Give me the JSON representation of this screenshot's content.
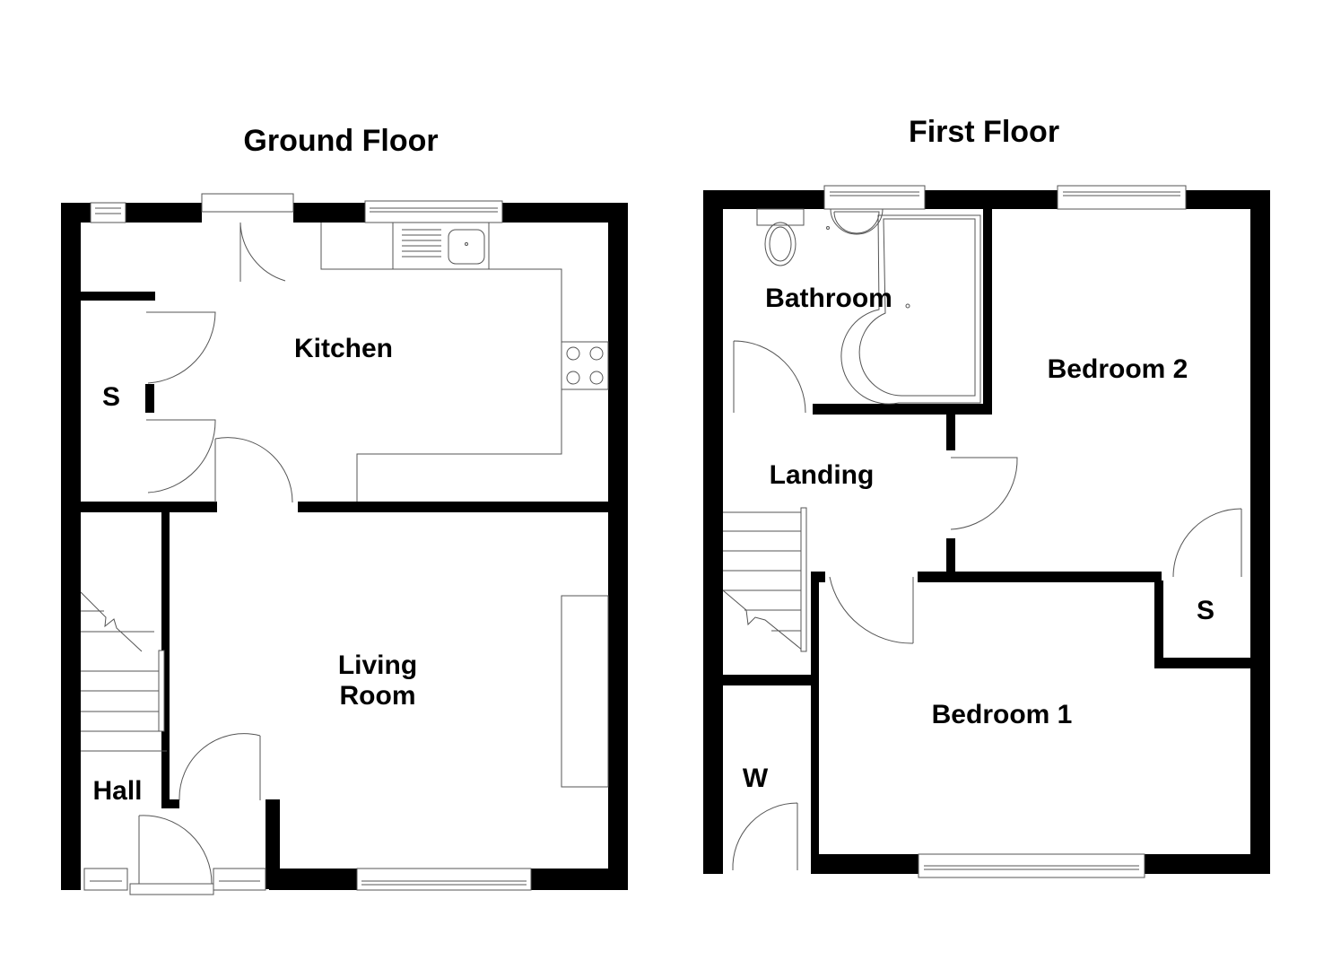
{
  "colors": {
    "wall": "#000000",
    "fixture_line": "#555555",
    "background": "#ffffff"
  },
  "floors": [
    {
      "title": "Ground Floor",
      "rooms": [
        {
          "label": "Kitchen"
        },
        {
          "label": "S"
        },
        {
          "label_line1": "Living",
          "label_line2": "Room"
        },
        {
          "label": "Hall"
        }
      ],
      "fixtures": [
        "kitchen-sink",
        "drainer",
        "hob-4-ring",
        "worktops",
        "staircase",
        "fireplace-hearth"
      ]
    },
    {
      "title": "First Floor",
      "rooms": [
        {
          "label": "Bathroom"
        },
        {
          "label": "Bedroom 2"
        },
        {
          "label": "Landing"
        },
        {
          "label": "S"
        },
        {
          "label": "Bedroom 1"
        },
        {
          "label": "W"
        }
      ],
      "fixtures": [
        "toilet",
        "wash-basin",
        "bath-with-curved-screen",
        "staircase"
      ]
    }
  ]
}
